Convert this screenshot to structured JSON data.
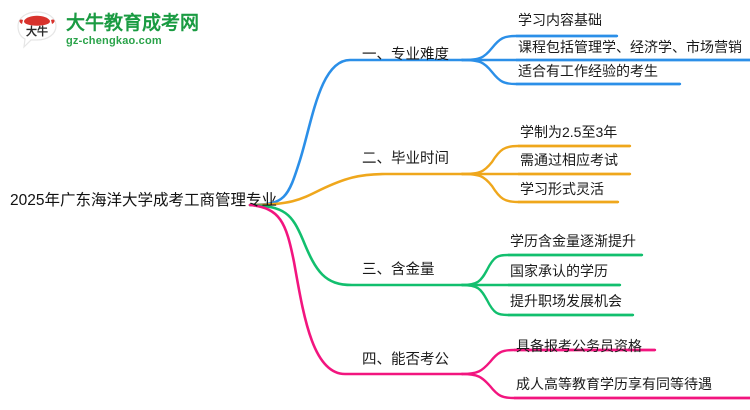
{
  "logo": {
    "mark_icon": "cow-head-speech-bubble-logo-icon",
    "title": "大牛教育成考网",
    "subtitle": "gz-chengkao.com",
    "title_color": "#1a9b42",
    "subtitle_color": "#2aa34a"
  },
  "mindmap": {
    "root": {
      "label": "2025年广东海洋大学成考工商管理专业"
    },
    "branches": [
      {
        "label": "一、专业难度",
        "color": "#2b8fe8",
        "leaves": [
          {
            "label": "学习内容基础"
          },
          {
            "label": "课程包括管理学、经济学、市场营销"
          },
          {
            "label": "适合有工作经验的考生"
          }
        ]
      },
      {
        "label": "二、毕业时间",
        "color": "#efa71c",
        "leaves": [
          {
            "label": "学制为2.5至3年"
          },
          {
            "label": "需通过相应考试"
          },
          {
            "label": "学习形式灵活"
          }
        ]
      },
      {
        "label": "三、含金量",
        "color": "#12bf6e",
        "leaves": [
          {
            "label": "学历含金量逐渐提升"
          },
          {
            "label": "国家承认的学历"
          },
          {
            "label": "提升职场发展机会"
          }
        ]
      },
      {
        "label": "四、能否考公",
        "color": "#f2157f",
        "leaves": [
          {
            "label": "具备报考公务员资格"
          },
          {
            "label": "成人高等教育学历享有同等待遇"
          }
        ]
      }
    ]
  }
}
